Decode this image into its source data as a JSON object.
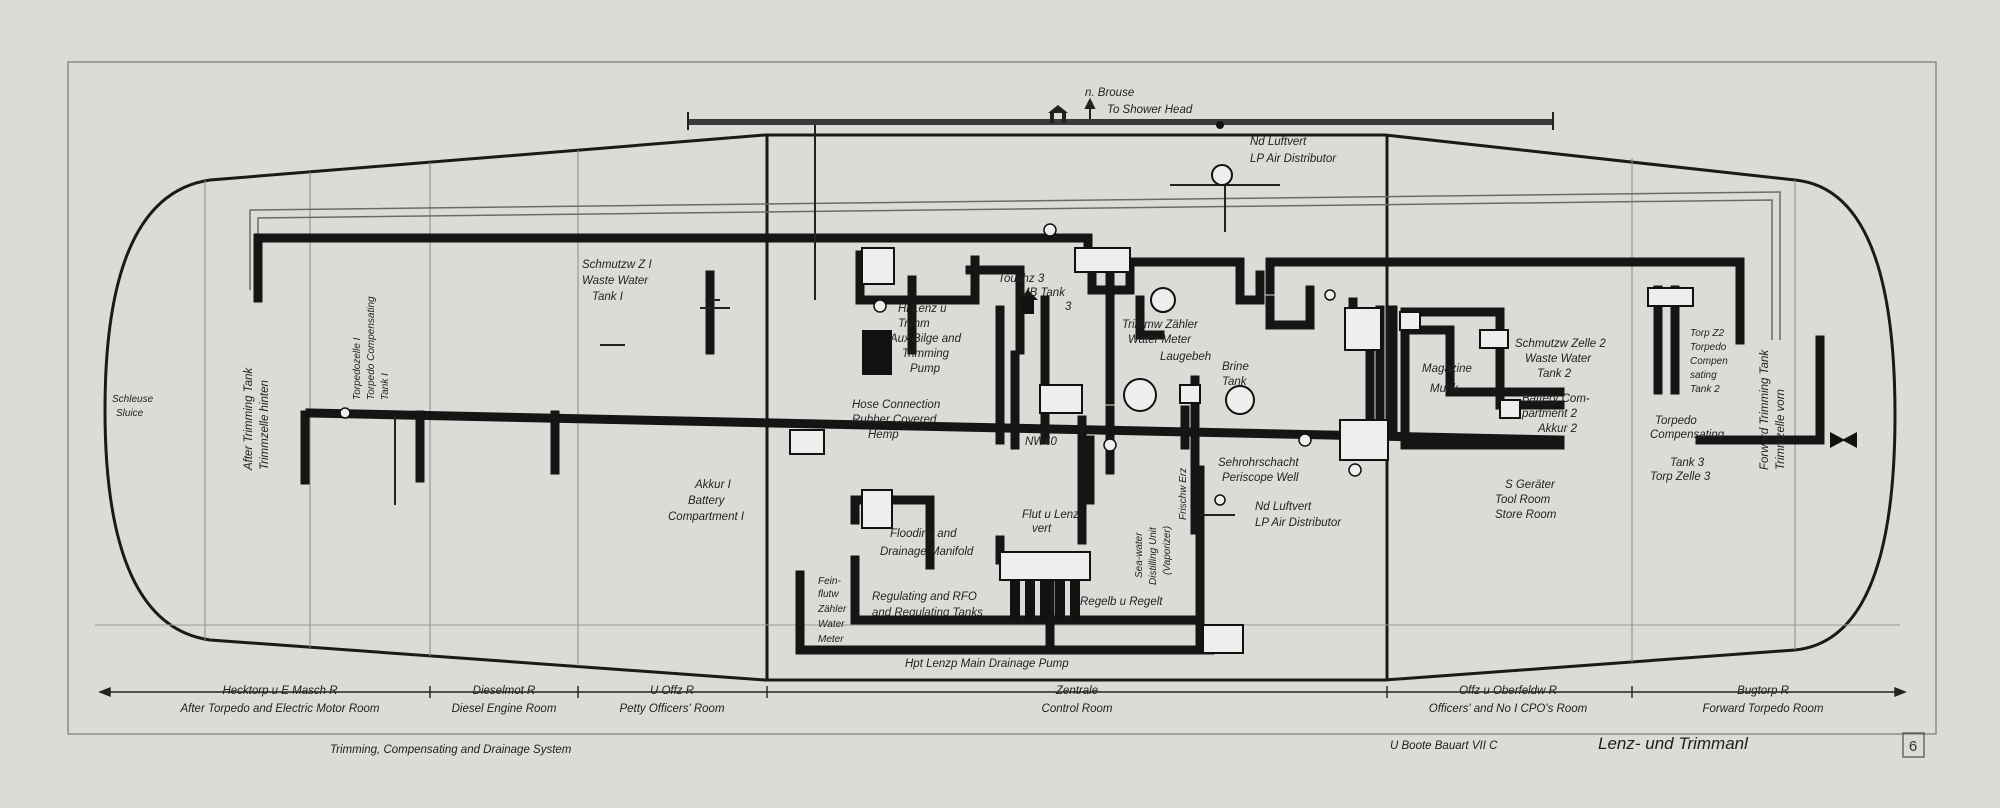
{
  "labels": {
    "shower_de": "n. Brouse",
    "shower_en": "To Shower Head",
    "ndluft_top_de": "Nd Luftvert",
    "ndluft_top_en": "LP Air Distributor",
    "after_trim_1": "After Trimming Tank",
    "after_trim_2": "Trimmzelle hinten",
    "torp_comp_1": "Torpedozelle I",
    "torp_comp_2": "Torpedo Compensating",
    "torp_comp_3": "Tank I",
    "schleuse": "Schleuse",
    "sluice": "Sluice",
    "waste1_de": "Schmutzw Z I",
    "waste1_en_1": "Waste Water",
    "waste1_en_2": "Tank I",
    "hilenz_1": "Hi Lenz u",
    "hilenz_2": "Trimm",
    "hilenz_3": "Aux Bilge and",
    "hilenz_4": "Trimming",
    "hilenz_5": "Pump",
    "touchz": "Touchz 3",
    "mb_tank_1": "MB Tank",
    "mb_tank_2": "3",
    "trimmw_de": "Trimmw Zähler",
    "trimmw_en": "Water Meter",
    "laugebeh": "Laugebeh",
    "brine_1": "Brine",
    "brine_2": "Tank",
    "hose_1": "Hose Connection",
    "hose_2": "Rubber Covered",
    "hose_3": "Hemp",
    "nw40": "NW40",
    "akkur1_1": "Akkur I",
    "akkur1_2": "Battery",
    "akkur1_3": "Compartment I",
    "seawater_1": "Sea-water",
    "seawater_2": "Distilling Unit",
    "seawater_3": "(Vaporizer)",
    "frischw": "Frischw Erz",
    "sehrohr_de": "Sehrohrschacht",
    "sehrohr_en": "Periscope Well",
    "ndluft_mid_de": "Nd Luftvert",
    "ndluft_mid_en": "LP Air Distributor",
    "flooding_1": "Flooding and",
    "flooding_2": "Drainage Manifold",
    "flut_1": "Flut u Lenz",
    "flut_2": "vert",
    "fein_1": "Fein-",
    "fein_2": "flutw",
    "fein_3": "Zähler",
    "fein_4": "Water",
    "fein_5": "Meter",
    "regulating_1": "Regulating and RFO",
    "regulating_2": "and Regulating Tanks",
    "regelb": "Regelb u Regelt",
    "hptlenzp": "Hpt Lenzp  Main Drainage Pump",
    "magazine_1": "Magazine",
    "magazine_2": "Munk",
    "waste2_de": "Schmutzw Zelle 2",
    "waste2_en_1": "Waste Water",
    "waste2_en_2": "Tank 2",
    "battery2_1": "Battery Com-",
    "battery2_2": "partment 2",
    "battery2_3": "Akkur 2",
    "sgerat_1": "S Geräter",
    "sgerat_2": "Tool Room",
    "sgerat_3": "Store Room",
    "torpz2_1": "Torp Z2",
    "torpz2_2": "Torpedo",
    "torpz2_3": "Compen",
    "torpz2_4": "sating",
    "torpz2_5": "Tank 2",
    "torpcomp3_1": "Torpedo",
    "torpcomp3_2": "Compensating",
    "torpcomp3_3": "Tank 3",
    "torpcomp3_4": "Torp Zelle 3",
    "fwd_trim_1": "Forward Trimming Tank",
    "fwd_trim_2": "Trimmzelle vorn"
  },
  "sections": [
    {
      "de": "Hecktorp u E Masch R",
      "en": "After Torpedo and Electric Motor Room"
    },
    {
      "de": "Dieselmot R",
      "en": "Diesel Engine Room"
    },
    {
      "de": "U Offz R",
      "en": "Petty Officers' Room"
    },
    {
      "de": "Zentrale",
      "en": "Control  Room"
    },
    {
      "de": "Offz u Oberfeldw R",
      "en": "Officers' and No I CPO's Room"
    },
    {
      "de": "Bugtorp R",
      "en": "Forward Torpedo Room"
    }
  ],
  "footer": {
    "left": "Trimming, Compensating and Drainage System",
    "center": "U Boote Bauart VII C",
    "right": "Lenz- und Trimmanl",
    "page": "6"
  }
}
